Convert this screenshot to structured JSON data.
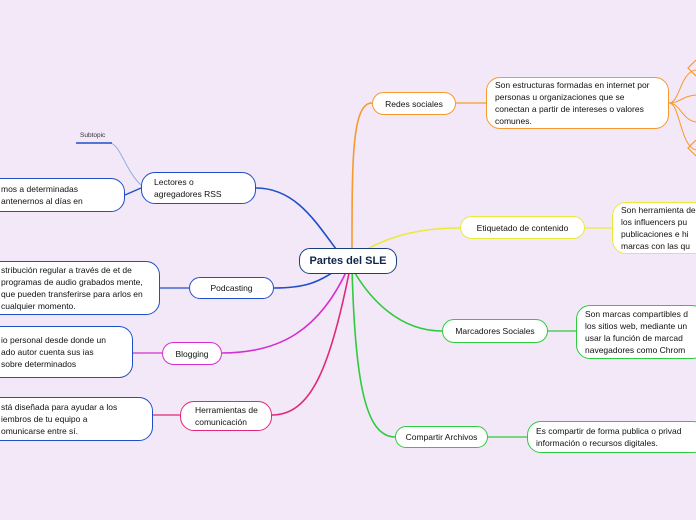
{
  "center": "Partes del SLE",
  "subtopic": "Subtopic",
  "branches": {
    "redes": {
      "label": "Redes sociales",
      "detail": "Son estructuras formadas en internet por personas u organizaciones que se conectan a partir de intereses o valores comunes.",
      "color": "#f59a2e"
    },
    "etiquetado": {
      "label": "Etiquetado de contenido",
      "detail": "Son herramienta de los influencers pu publicaciones e hi marcas con las qu",
      "color": "#e8ea3a"
    },
    "marcadores": {
      "label": "Marcadores Sociales",
      "detail": "Son marcas compartibles d los sitios web, mediante un usar la función de marcad navegadores como Chrom",
      "color": "#2ecb3c"
    },
    "compartir": {
      "label": "Compartir Archivos",
      "detail": "Es compartir de forma publica o privad información o recursos digitales.",
      "color": "#2ecb3c"
    },
    "lectores": {
      "label": "Lectores o agregadores RSS",
      "detail": "mos a determinadas antenernos al días en",
      "color": "#1f4fc8"
    },
    "podcasting": {
      "label": "Podcasting",
      "detail": "stribución regular a través de et de programas de audio grabados mente, que pueden transferirse para arlos en cualquier momento.",
      "color": "#1f4fc8"
    },
    "blogging": {
      "label": "Blogging",
      "detail": "io personal desde donde un ado autor cuenta sus ias sobre determinados",
      "color": "#d42fd0"
    },
    "herramientas": {
      "label": "Herramientas de comunicación",
      "detail": "stá diseñada para ayudar a los iembros de tu equipo a omunicarse entre sí.",
      "color": "#e0287a"
    }
  }
}
